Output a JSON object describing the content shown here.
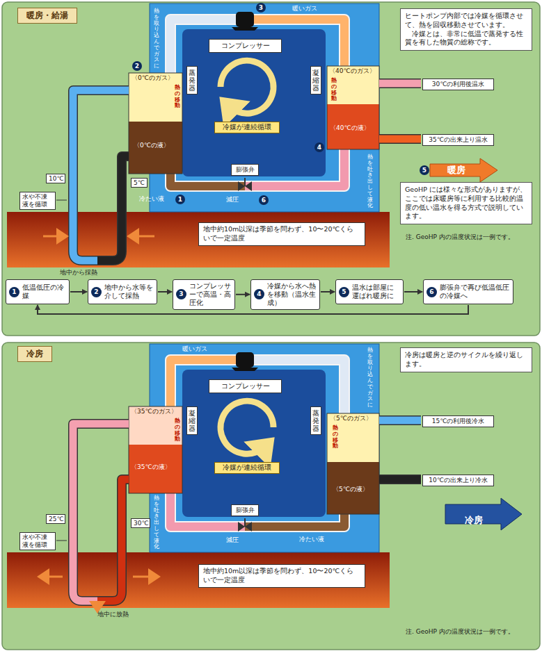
{
  "diagram": {
    "nodes": [
      {
        "text": [
          "暖房・給湯"
        ]
      },
      {
        "text": [
          "ヒートポンプ内部では冷媒を循環させて、熱を回収移動させています。",
          "冷媒とは、非常に低温で蒸発する性質を有した物質の総称です。"
        ],
        "in": 0
      },
      {
        "text": [
          "コンプレッサー"
        ],
        "in": 0
      },
      {
        "text": [
          "蒸発器"
        ],
        "in": 0
      },
      {
        "text": [
          "凝縮器"
        ],
        "in": 0
      },
      {
        "text": [
          "冷媒が連続循環"
        ],
        "in": 0
      },
      {
        "text": [
          "膨張弁"
        ],
        "in": 0
      },
      {
        "text": [
          "30℃の利用後温水"
        ],
        "in": 0
      },
      {
        "text": [
          "35℃の出来上り温水"
        ],
        "in": 0
      },
      {
        "text": [
          "10℃"
        ],
        "in": 0
      },
      {
        "text": [
          "5℃"
        ],
        "in": 0
      },
      {
        "text": [
          "水や不凍液を循環"
        ],
        "in": 0
      },
      {
        "text": [
          "地中約10m以深は季節を問わず、10〜20℃くらいで一定温度"
        ],
        "in": 0
      },
      {
        "text": [
          "GeoHP には様々な形式がありますが、ここでは床暖房等に利用する比較的温度の低い温水を得る方式で説明しています。"
        ],
        "in": 0
      },
      {
        "text": [
          "1",
          "低温低圧の冷媒"
        ],
        "in": 0
      },
      {
        "text": [
          "2",
          "地中から水等を介して採熱"
        ],
        "in": 0
      },
      {
        "text": [
          "3",
          "コンプレッサーで高温・高圧化"
        ],
        "in": 0
      },
      {
        "text": [
          "4",
          "冷媒から水へ熱を移動（温水生成）"
        ],
        "in": 0
      },
      {
        "text": [
          "5",
          "温水は部屋に運ばれ暖房に"
        ],
        "in": 0
      },
      {
        "text": [
          "6",
          "膨張弁で再び低温低圧の冷媒へ"
        ],
        "in": 0
      },
      {
        "text": [
          "冷房"
        ]
      },
      {
        "text": [
          "冷房は暖房と逆のサイクルを繰り返します。"
        ],
        "in": 20
      },
      {
        "text": [
          "コンプレッサー"
        ],
        "in": 20
      },
      {
        "text": [
          "凝縮器"
        ],
        "in": 20
      },
      {
        "text": [
          "蒸発器"
        ],
        "in": 20
      },
      {
        "text": [
          "冷媒が連続循環"
        ],
        "in": 20
      },
      {
        "text": [
          "膨張弁"
        ],
        "in": 20
      },
      {
        "text": [
          "15℃の利用後冷水"
        ],
        "in": 20
      },
      {
        "text": [
          "10℃の出来上り冷水"
        ],
        "in": 20
      },
      {
        "text": [
          "25℃"
        ],
        "in": 20
      },
      {
        "text": [
          "30℃"
        ],
        "in": 20
      },
      {
        "text": [
          "水や不凍液を循環"
        ],
        "in": 20
      },
      {
        "text": [
          "地中約10m以深は季節を問わず、10〜20℃くらいで一定温度"
        ],
        "in": 20
      }
    ],
    "edges": [
      {
        "from": 14,
        "to": 15,
        "arrow": "to"
      },
      {
        "from": 15,
        "to": 16,
        "arrow": "to"
      },
      {
        "from": 16,
        "to": 17,
        "arrow": "to"
      },
      {
        "from": 17,
        "to": 18,
        "arrow": "to"
      },
      {
        "from": 18,
        "to": 19,
        "arrow": "to"
      },
      {
        "from": 19,
        "to": 14,
        "arrow": "to"
      }
    ],
    "labels": [
      "暖いガス",
      "熱を取り込んでガスに",
      "〈0℃のガス〉",
      "〈40℃のガス〉",
      "熱の移動",
      "熱の移動",
      "〈0℃の液〉",
      "〈40℃の液〉",
      "減圧",
      "冷たい液",
      "熱を吐き出して液化",
      "暖房",
      "地中から採熱",
      "注. GeoHP 内の温度状況は一例です。",
      "1",
      "2",
      "3",
      "4",
      "5",
      "6",
      "暖いガス",
      "熱を取り込んでガスに",
      "〈35℃のガス〉",
      "〈5℃のガス〉",
      "熱の移動",
      "熱の移動",
      "〈35℃の液〉",
      "〈5℃の液〉",
      "熱を吐き出して液化",
      "減圧",
      "冷たい液",
      "冷房",
      "地中に放熱",
      "注. GeoHP 内の温度状況は一例です。"
    ]
  }
}
